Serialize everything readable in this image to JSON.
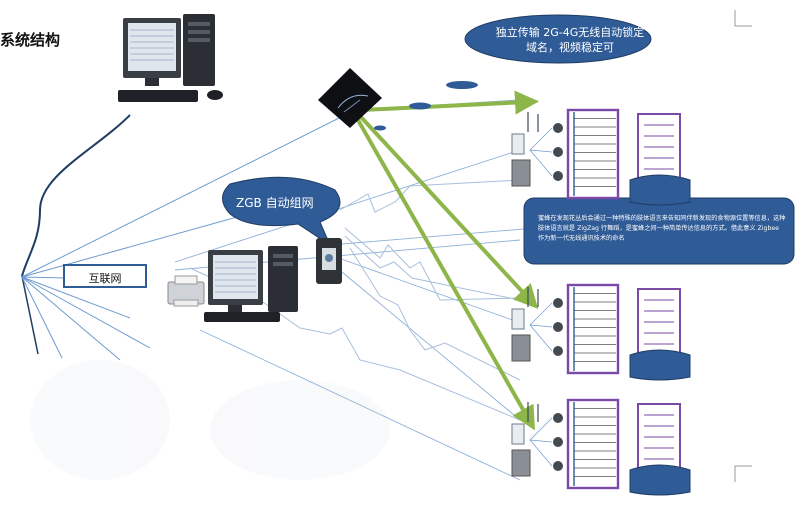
{
  "title": "系统结构",
  "bubble_top": {
    "text": "独立传输 2G-4G无线自动锁定域名，视频稳定可"
  },
  "bubble_zgb": {
    "text": "ZGB 自动组网"
  },
  "internet_box": {
    "label": "互联网"
  },
  "description_box": {
    "text": "蜜蜂在发现花丛后会通过一种特殊的肢体语言来告知同伴新发现的食物源位置等信息，这种肢体语言就是 ZigZag 行舞蹈，是蜜蜂之间一种简单传达信息的方式。借此意义 Zigbee 作为新一代无线通讯技术的命名"
  },
  "colors": {
    "bubble_fill": "#2f5b97",
    "desc_fill": "#2f5b97",
    "internet_box_border": "#2f5b97",
    "green_arrow": "#8db54a",
    "blue_line": "#4f7fc1",
    "rack_border": "#7a4aa6"
  },
  "icons": [
    "desktop-computer-icon",
    "printer-icon",
    "router-icon",
    "zgb-node-icon",
    "storage-rack-icon",
    "cabinet-icon",
    "antenna-icon",
    "camera-icon"
  ]
}
